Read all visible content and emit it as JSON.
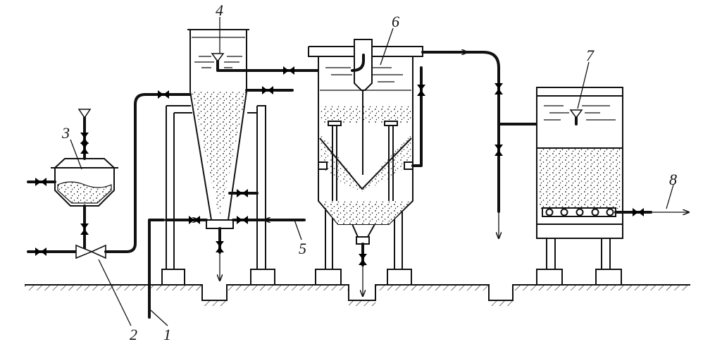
{
  "labels": {
    "l1": "1",
    "l2": "2",
    "l3": "3",
    "l4": "4",
    "l5": "5",
    "l6": "6",
    "l7": "7",
    "l8": "8"
  },
  "icons": {
    "valve": "gate-valve-icon",
    "level": "liquid-level-icon",
    "flow_arrow": "flow-arrow-icon"
  },
  "colors": {
    "line": "#111111",
    "background": "#ffffff"
  }
}
